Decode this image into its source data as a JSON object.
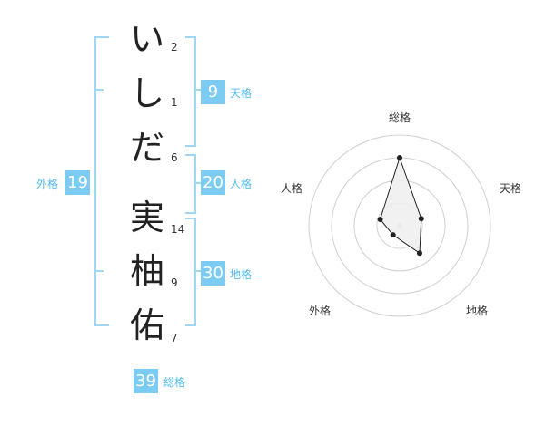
{
  "name_chars": [
    {
      "char": "い",
      "strokes": "2"
    },
    {
      "char": "し",
      "strokes": "1"
    },
    {
      "char": "だ",
      "strokes": "6"
    },
    {
      "char": "実",
      "strokes": "14"
    },
    {
      "char": "柚",
      "strokes": "9"
    },
    {
      "char": "佑",
      "strokes": "7"
    }
  ],
  "fortune": {
    "tenkaku": {
      "value": "9",
      "label": "天格"
    },
    "jinkaku": {
      "value": "20",
      "label": "人格"
    },
    "chikaku": {
      "value": "30",
      "label": "地格"
    },
    "gaikaku": {
      "value": "19",
      "label": "外格"
    },
    "soukaku": {
      "value": "39",
      "label": "総格"
    }
  },
  "colors": {
    "accent": "#7ccbf3",
    "accent_text": "#52b9ee",
    "bracket": "#9fd7f3",
    "radar_fill": "#eeeeee",
    "radar_line": "#222222"
  },
  "radar": {
    "axes": [
      "総格",
      "天格",
      "地格",
      "外格",
      "人格"
    ],
    "levels": 4,
    "values": [
      3,
      1,
      1.5,
      0.5,
      0.9
    ],
    "max": 4
  }
}
